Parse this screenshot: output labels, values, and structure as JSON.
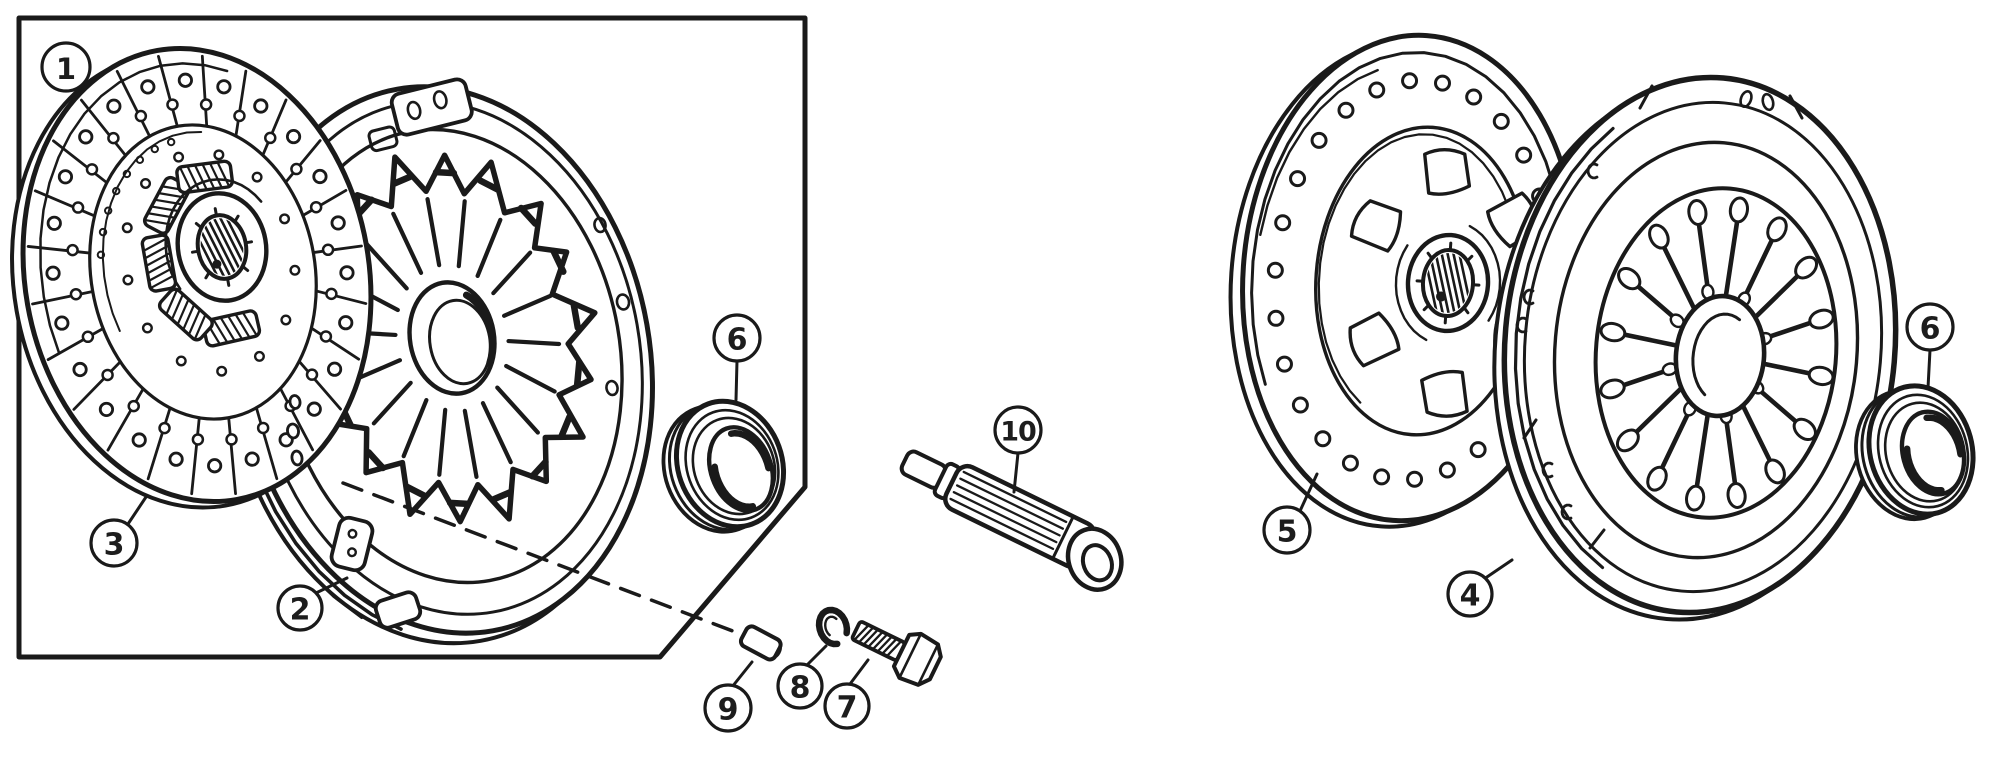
{
  "diagram": {
    "kind": "exploded-parts-line-drawing",
    "background": "#ffffff",
    "line_color": "#1a1a1a",
    "callouts": [
      {
        "id": "1",
        "label": "1"
      },
      {
        "id": "2",
        "label": "2"
      },
      {
        "id": "3",
        "label": "3"
      },
      {
        "id": "4",
        "label": "4"
      },
      {
        "id": "5",
        "label": "5"
      },
      {
        "id": "6-left",
        "label": "6"
      },
      {
        "id": "6-right",
        "label": "6"
      },
      {
        "id": "7",
        "label": "7"
      },
      {
        "id": "8",
        "label": "8"
      },
      {
        "id": "9",
        "label": "9"
      },
      {
        "id": "10",
        "label": "10"
      }
    ]
  }
}
